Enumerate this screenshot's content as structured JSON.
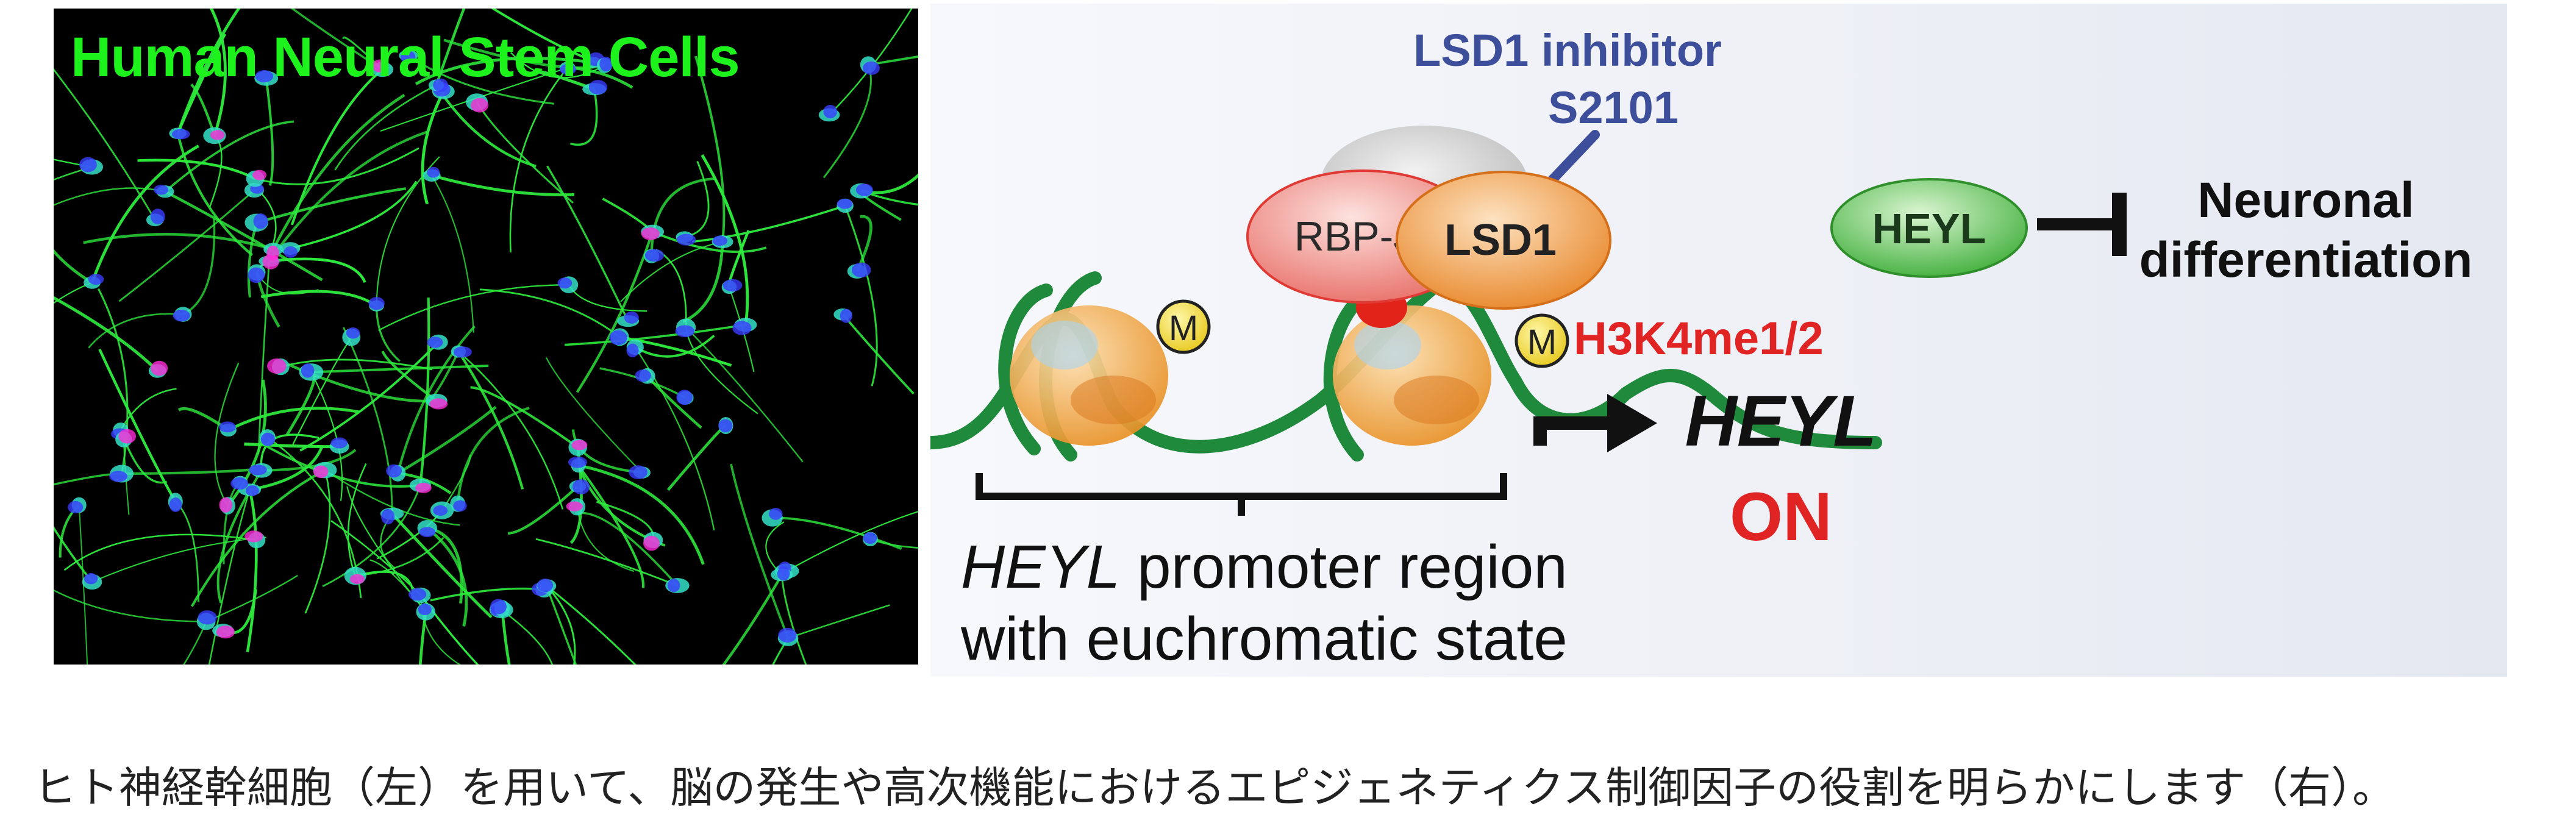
{
  "micrograph": {
    "title": "Human Neural Stem Cells",
    "colors": {
      "background": "#000000",
      "neurites": "#2de83c",
      "nuclei_blue": "#3a3cff",
      "nuclei_magenta": "#ff2ad8",
      "title": "#1df21d"
    }
  },
  "diagram": {
    "inhibitor_line1": "LSD1 inhibitor",
    "inhibitor_line2": "S2101",
    "proteins": {
      "partner": "",
      "rbpj": "RBP-J",
      "lsd1": "LSD1",
      "heyl": "HEYL"
    },
    "methyl_mark": "M",
    "histone_mark": "H3K4me1/2",
    "gene": "HEYL",
    "gene_state": "ON",
    "outcome_line1": "Neuronal",
    "outcome_line2": "differentiation",
    "promoter_gene": "HEYL",
    "promoter_line1_rest": " promoter region",
    "promoter_line2": "with euchromatic state",
    "colors": {
      "inhibitor_text": "#3d4f9b",
      "red_text": "#e02424",
      "dna": "#1f8a3b",
      "rbpj_fill": "#f3a39c",
      "lsd1_fill": "#f2a040",
      "heyl_fill": "#5fc455",
      "partner_fill": "#cfcfcf",
      "methyl_fill": "#f7e23a",
      "nucleosome": "#f0a83c"
    }
  },
  "caption": "ヒト神経幹細胞（左）を用いて、脳の発生や高次機能におけるエピジェネティクス制御因子の役割を明らかにします（右）。"
}
